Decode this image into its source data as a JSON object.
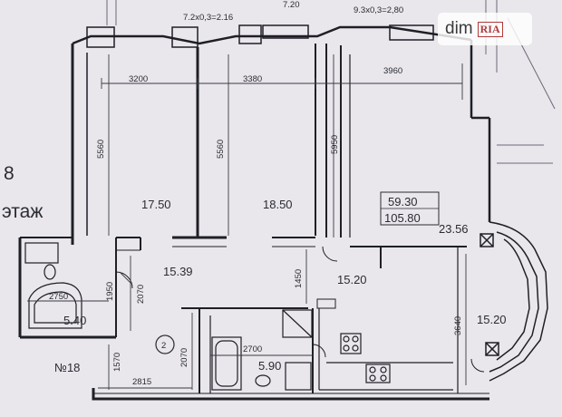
{
  "header": {
    "top_dim_1": "7.2x0,3=2.16",
    "top_dim_2": "7.20",
    "top_dim_3": "9.3x0,3=2,80"
  },
  "floor": {
    "number": "8",
    "word": "этаж"
  },
  "apartment": {
    "number": "№18",
    "rooms": "2"
  },
  "widths": {
    "w1": "3200",
    "w2": "3380",
    "w3": "3960",
    "w4": "2750",
    "w5": "2700",
    "w6": "2815"
  },
  "heights": {
    "h1": "5560",
    "h2": "5560",
    "h3": "5950",
    "h4": "1450",
    "h5": "3640",
    "h6": "1950",
    "h7": "2070",
    "h8": "2070",
    "h9": "1570"
  },
  "areas": {
    "room1": "17.50",
    "room2": "18.50",
    "total_living": "59.30",
    "total": "105.80",
    "room3": "23.56",
    "hall": "15.39",
    "corridor": "15.20",
    "kitchen": "15.20",
    "bath": "5.40",
    "wc": "5.90"
  },
  "watermark": {
    "text": "dim",
    "badge": "RIA"
  }
}
